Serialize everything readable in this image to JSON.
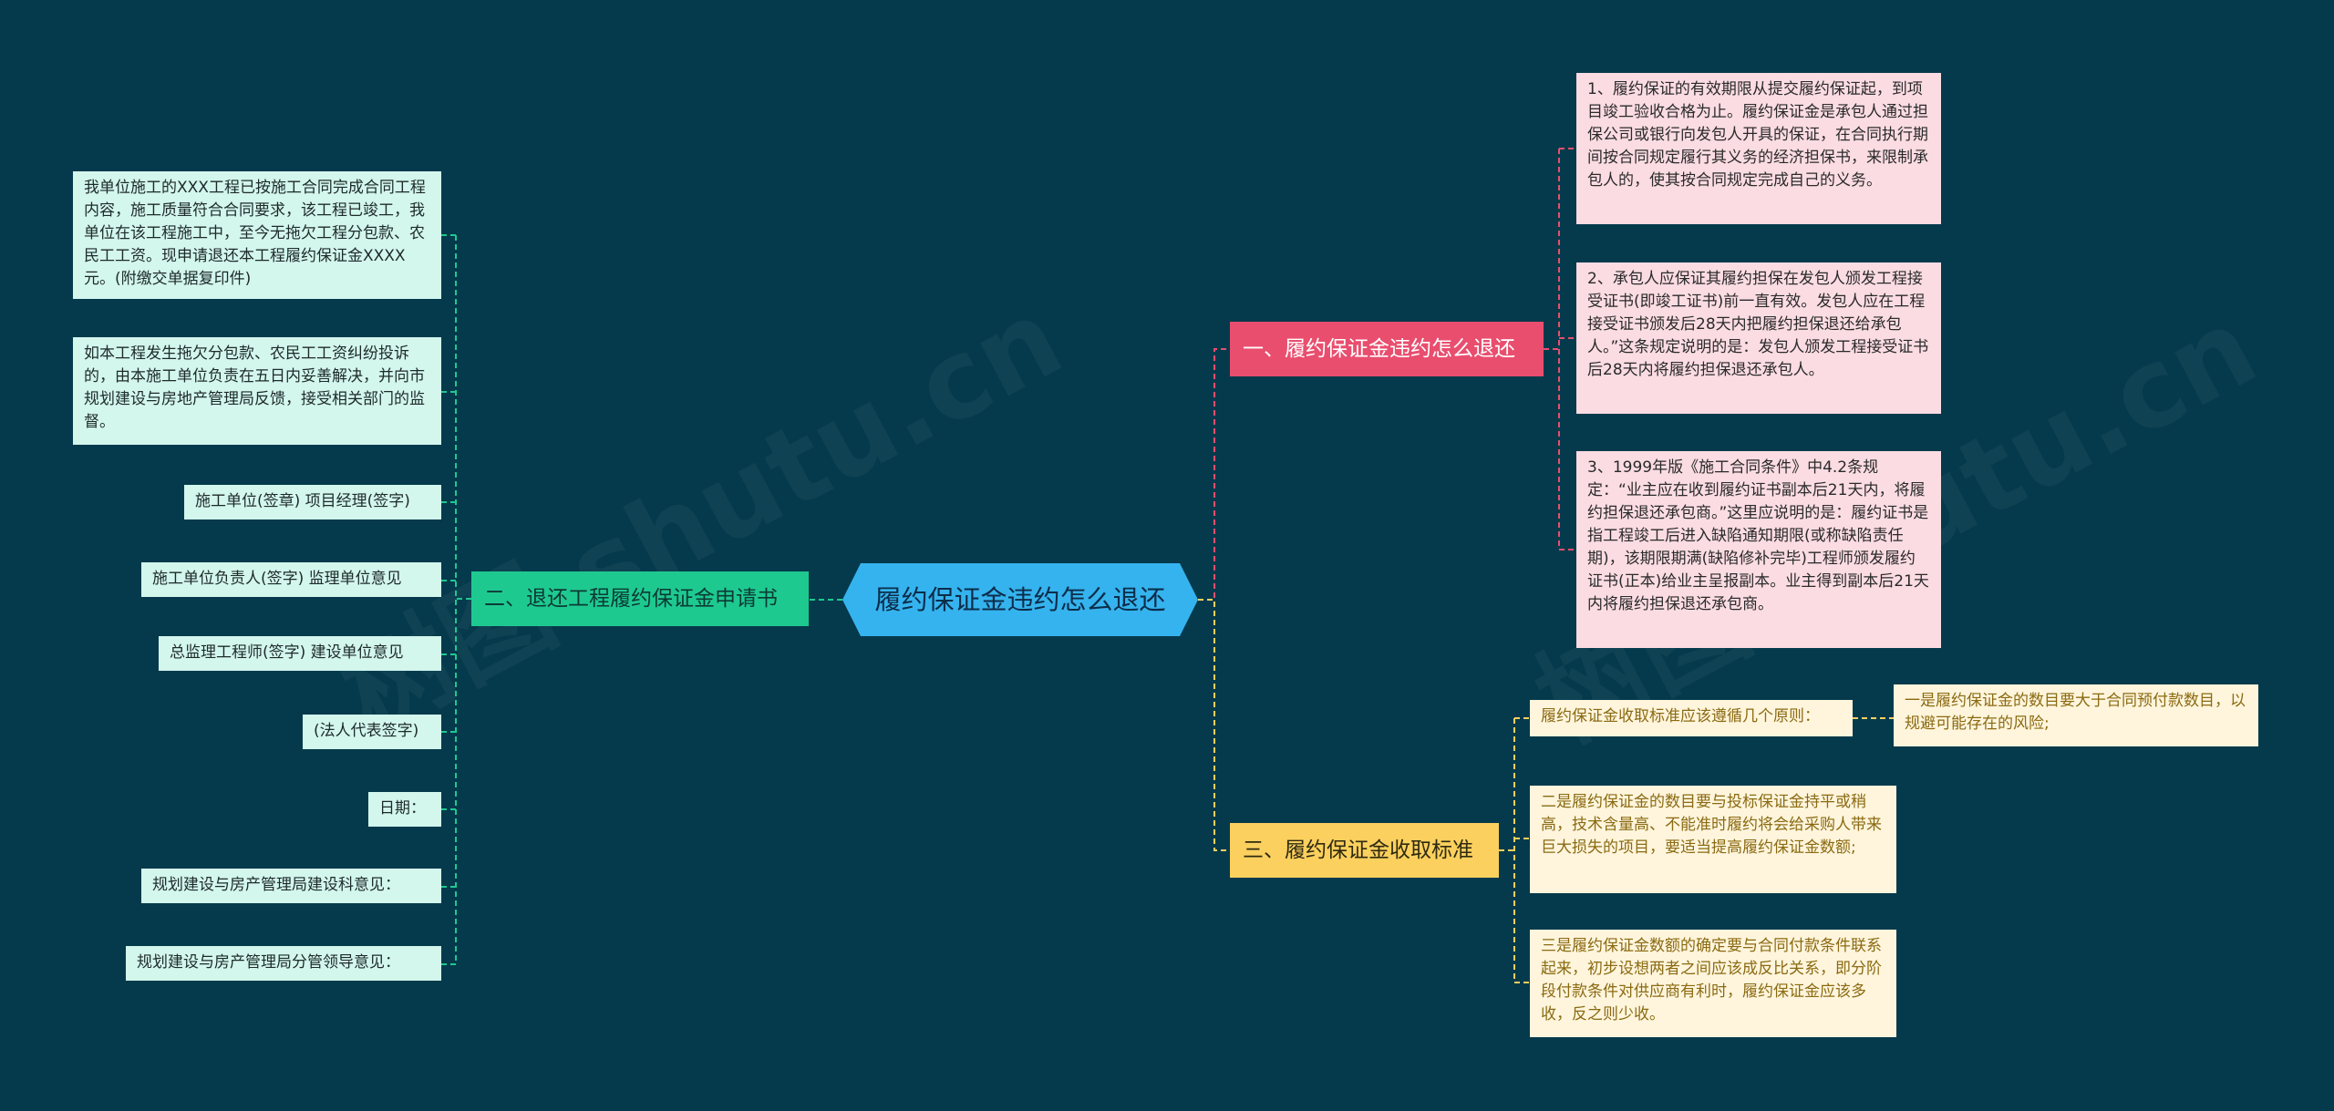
{
  "root": {
    "label": "履约保证金违约怎么退还"
  },
  "branch1": {
    "label": "一、履约保证金违约怎么退还",
    "items": [
      "1、履约保证的有效期限从提交履约保证起，到项目竣工验收合格为止。履约保证金是承包人通过担保公司或银行向发包人开具的保证，在合同执行期间按合同规定履行其义务的经济担保书，来限制承包人的，使其按合同规定完成自己的义务。",
      "2、承包人应保证其履约担保在发包人颁发工程接受证书(即竣工证书)前一直有效。发包人应在工程接受证书颁发后28天内把履约担保退还给承包人。”这条规定说明的是：发包人颁发工程接受证书后28天内将履约担保退还承包人。",
      "3、1999年版《施工合同条件》中4.2条规定：“业主应在收到履约证书副本后21天内，将履约担保退还承包商。”这里应说明的是：履约证书是指工程竣工后进入缺陷通知期限(或称缺陷责任期)，该期限期满(缺陷修补完毕)工程师颁发履约证书(正本)给业主呈报副本。业主得到副本后21天内将履约担保退还承包商。"
    ]
  },
  "branch2": {
    "label": "二、退还工程履约保证金申请书",
    "items": [
      "我单位施工的XXX工程已按施工合同完成合同工程内容，施工质量符合合同要求，该工程已竣工，我单位在该工程施工中，至今无拖欠工程分包款、农民工工资。现申请退还本工程履约保证金XXXX元。(附缴交单据复印件)",
      "如本工程发生拖欠分包款、农民工工资纠纷投诉的，由本施工单位负责在五日内妥善解决，并向市规划建设与房地产管理局反馈，接受相关部门的监督。",
      "施工单位(签章) 项目经理(签字)",
      "施工单位负责人(签字) 监理单位意见",
      "总监理工程师(签字) 建设单位意见",
      "(法人代表签字)",
      "日期：",
      "规划建设与房产管理局建设科意见：",
      "规划建设与房产管理局分管领导意见："
    ]
  },
  "branch3": {
    "label": "三、履约保证金收取标准",
    "items": [
      "履约保证金收取标准应该遵循几个原则：",
      "二是履约保证金的数目要与投标保证金持平或稍高，技术含量高、不能准时履约将会给采购人带来巨大损失的项目，要适当提高履约保证金数额;",
      "三是履约保证金数额的确定要与合同付款条件联系起来，初步设想两者之间应该成反比关系，即分阶段付款条件对供应商有利时，履约保证金应该多收，反之则少收。"
    ],
    "sub": [
      "一是履约保证金的数目要大于合同预付款数目，以规避可能存在的风险;"
    ]
  },
  "watermark": {
    "text": "树图 shutu.cn"
  },
  "colors": {
    "background": "#053a4c",
    "root": "#35b3ee",
    "branch1": "#e94e6e",
    "branch2": "#1ec990",
    "branch3": "#fbd05e",
    "leaf1": "#fbdce3",
    "leaf2": "#d3f6ed",
    "leaf3": "#fff5dc"
  }
}
